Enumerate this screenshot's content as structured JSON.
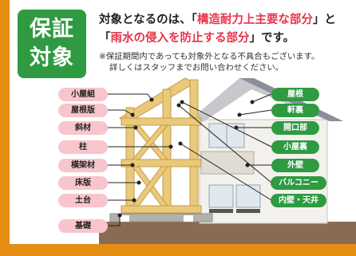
{
  "badge": {
    "line1": "保証",
    "line2": "対象"
  },
  "headline": {
    "line1_pre": "対象となるのは、「",
    "line1_red": "構造耐力上主要な部分",
    "line1_post": "」と",
    "line2_pre": "「",
    "line2_red": "雨水の侵入を防止する部分",
    "line2_post": "」です。"
  },
  "note": {
    "line1": "※保証期間内であっても対象外となる不具合もございます。",
    "line2": "詳しくはスタッフまでお問い合わせください。"
  },
  "structural_labels": [
    "小屋組",
    "屋根版",
    "斜材",
    "柱",
    "横架材",
    "床版",
    "土台",
    "基礎"
  ],
  "waterproof_labels": [
    "屋根",
    "軒裏",
    "開口部",
    "小屋裏",
    "外壁",
    "バルコニー",
    "内壁・天井"
  ],
  "colors": {
    "background_orange": "#e48e13",
    "badge_green": "#2f9a42",
    "accent_red": "#e8334a",
    "structural_pink": "#f7c5cb",
    "timber": "#e9c97a"
  }
}
